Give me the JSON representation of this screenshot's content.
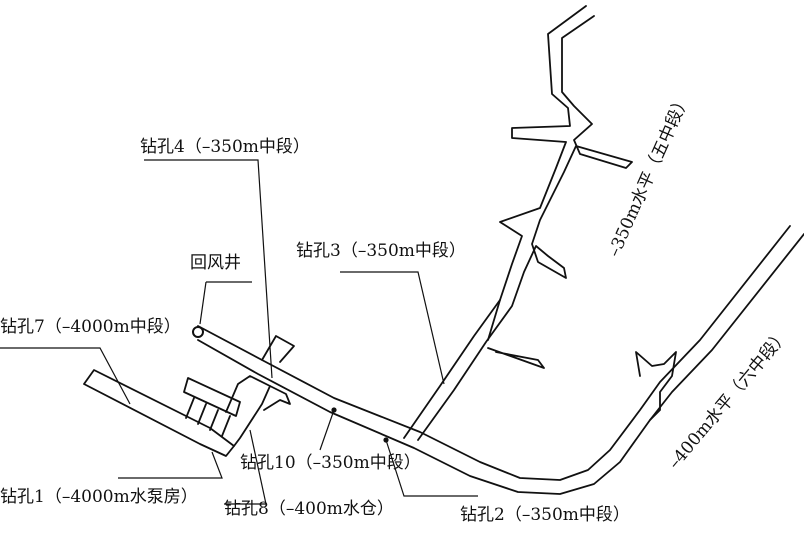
{
  "labels": {
    "borehole4": "钻孔4（–350m中段）",
    "return_shaft": "回风井",
    "borehole3": "钻孔3（–350m中段）",
    "borehole7": "钻孔7（–4000m中段）",
    "borehole10": "钻孔10（–350m中段）",
    "borehole1": "钻孔1（–4000m水泵房）",
    "borehole8": "钻孔8（–400m水仓）",
    "borehole2": "钻孔2（–350m中段）",
    "level_350": "–350m水平（五中段）",
    "level_400": "–400m水平（六中段）"
  },
  "colors": {
    "line": "#111111",
    "background": "#ffffff"
  }
}
